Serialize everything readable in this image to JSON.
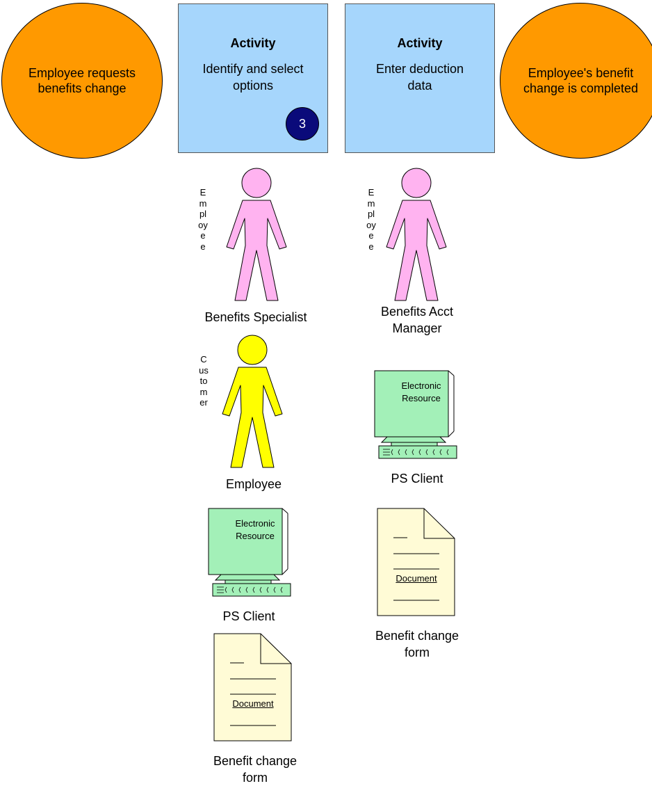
{
  "start_event": {
    "text": "Employee requests benefits change"
  },
  "end_event": {
    "text": "Employee's benefit change is completed"
  },
  "activities": [
    {
      "heading": "Activity",
      "text": "Identify and select options",
      "badge": "3"
    },
    {
      "heading": "Activity",
      "text": "Enter deduction data"
    }
  ],
  "actors": [
    {
      "role": "Employee",
      "name": "Benefits Specialist",
      "color": "#ffb3f0"
    },
    {
      "role": "Employee",
      "name": "Benefits Acct Manager",
      "color": "#ffb3f0"
    },
    {
      "role": "Customer",
      "name": "Employee",
      "color": "#ffff00"
    }
  ],
  "resources": [
    {
      "screen_text": "Electronic Resource",
      "name": "PS Client"
    },
    {
      "screen_text": "Electronic Resource",
      "name": "PS Client"
    }
  ],
  "documents": [
    {
      "doc_text": "Document",
      "name": "Benefit change form"
    },
    {
      "doc_text": "Document",
      "name": "Benefit change form"
    }
  ],
  "colors": {
    "event": "#ff9900",
    "activity": "#a6d6fc",
    "badge": "#0a0a7a",
    "monitor": "#a3f0b8",
    "document": "#fffbd6"
  }
}
